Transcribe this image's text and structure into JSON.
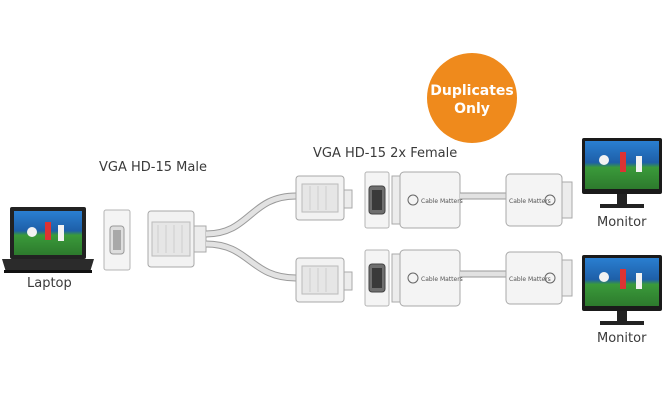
{
  "labels": {
    "laptop": "Laptop",
    "male_connector": "VGA HD-15 Male",
    "female_connector": "VGA HD-15 2x Female",
    "monitor_top": "Monitor",
    "monitor_bottom": "Monitor"
  },
  "badge": {
    "line1": "Duplicates",
    "line2": "Only",
    "color": "#ef8a1c"
  },
  "brand": {
    "text": "Cable Matters"
  },
  "colors": {
    "cable": "#d8d8d8",
    "cable_outline": "#9a9a9a",
    "connector": "#f2f2f2",
    "screen_sky": "#2a7fd1",
    "screen_field": "#3a9a3a"
  }
}
